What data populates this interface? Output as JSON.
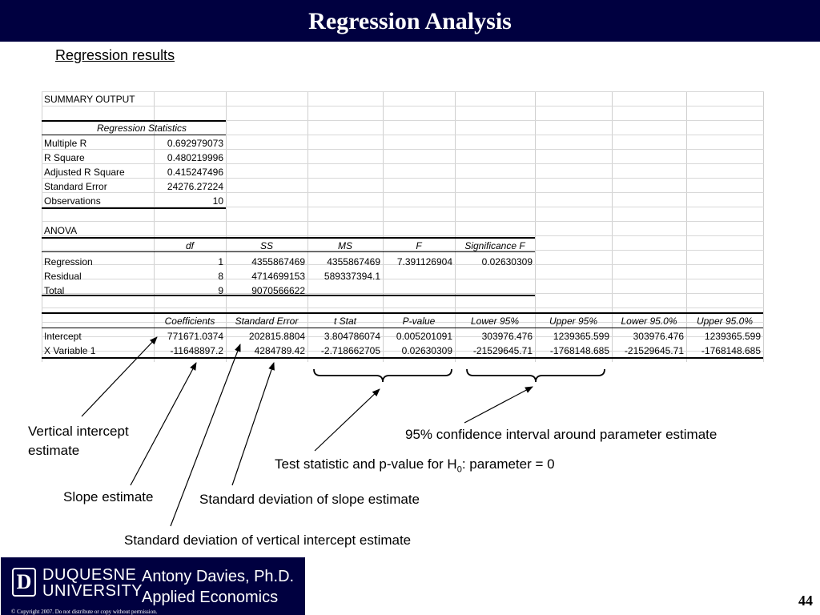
{
  "slide": {
    "title": "Regression Analysis",
    "subtitle": "Regression results",
    "page_number": "44"
  },
  "spreadsheet": {
    "summary_title": "SUMMARY OUTPUT",
    "regression_statistics": {
      "header": "Regression Statistics",
      "rows": [
        {
          "label": "Multiple R",
          "value": "0.692979073"
        },
        {
          "label": "R Square",
          "value": "0.480219996"
        },
        {
          "label": "Adjusted R Square",
          "value": "0.415247496"
        },
        {
          "label": "Standard Error",
          "value": "24276.27224"
        },
        {
          "label": "Observations",
          "value": "10"
        }
      ]
    },
    "anova": {
      "title": "ANOVA",
      "headers": [
        "df",
        "SS",
        "MS",
        "F",
        "Significance F"
      ],
      "rows": [
        {
          "label": "Regression",
          "cells": [
            "1",
            "4355867469",
            "4355867469",
            "7.391126904",
            "0.02630309"
          ]
        },
        {
          "label": "Residual",
          "cells": [
            "8",
            "4714699153",
            "589337394.1",
            "",
            ""
          ]
        },
        {
          "label": "Total",
          "cells": [
            "9",
            "9070566622",
            "",
            "",
            ""
          ]
        }
      ]
    },
    "coefficients": {
      "headers": [
        "Coefficients",
        "Standard Error",
        "t Stat",
        "P-value",
        "Lower 95%",
        "Upper 95%",
        "Lower 95.0%",
        "Upper 95.0%"
      ],
      "rows": [
        {
          "label": "Intercept",
          "cells": [
            "771671.0374",
            "202815.8804",
            "3.804786074",
            "0.005201091",
            "303976.476",
            "1239365.599",
            "303976.476",
            "1239365.599"
          ]
        },
        {
          "label": "X Variable 1",
          "cells": [
            "-11648897.2",
            "4284789.42",
            "-2.718662705",
            "0.02630309",
            "-21529645.71",
            "-1768148.685",
            "-21529645.71",
            "-1768148.685"
          ]
        }
      ]
    }
  },
  "annotations": {
    "intercept_line1": "Vertical intercept",
    "intercept_line2": "estimate",
    "slope": "Slope estimate",
    "sd_slope": "Standard deviation of slope estimate",
    "sd_intercept": "Standard deviation of vertical intercept estimate",
    "test_stat_prefix": "Test statistic and p-value for H",
    "test_stat_subscript": "0",
    "test_stat_suffix": ": parameter = 0",
    "ci": "95% confidence interval around parameter estimate"
  },
  "footer": {
    "emblem": "D",
    "school_line1": "DUQUESNE",
    "school_line2": "UNIVERSITY",
    "author": "Antony Davies, Ph.D.",
    "course": "Applied Economics",
    "copyright": "© Copyright 2007. Do not distribute or copy without permission."
  }
}
